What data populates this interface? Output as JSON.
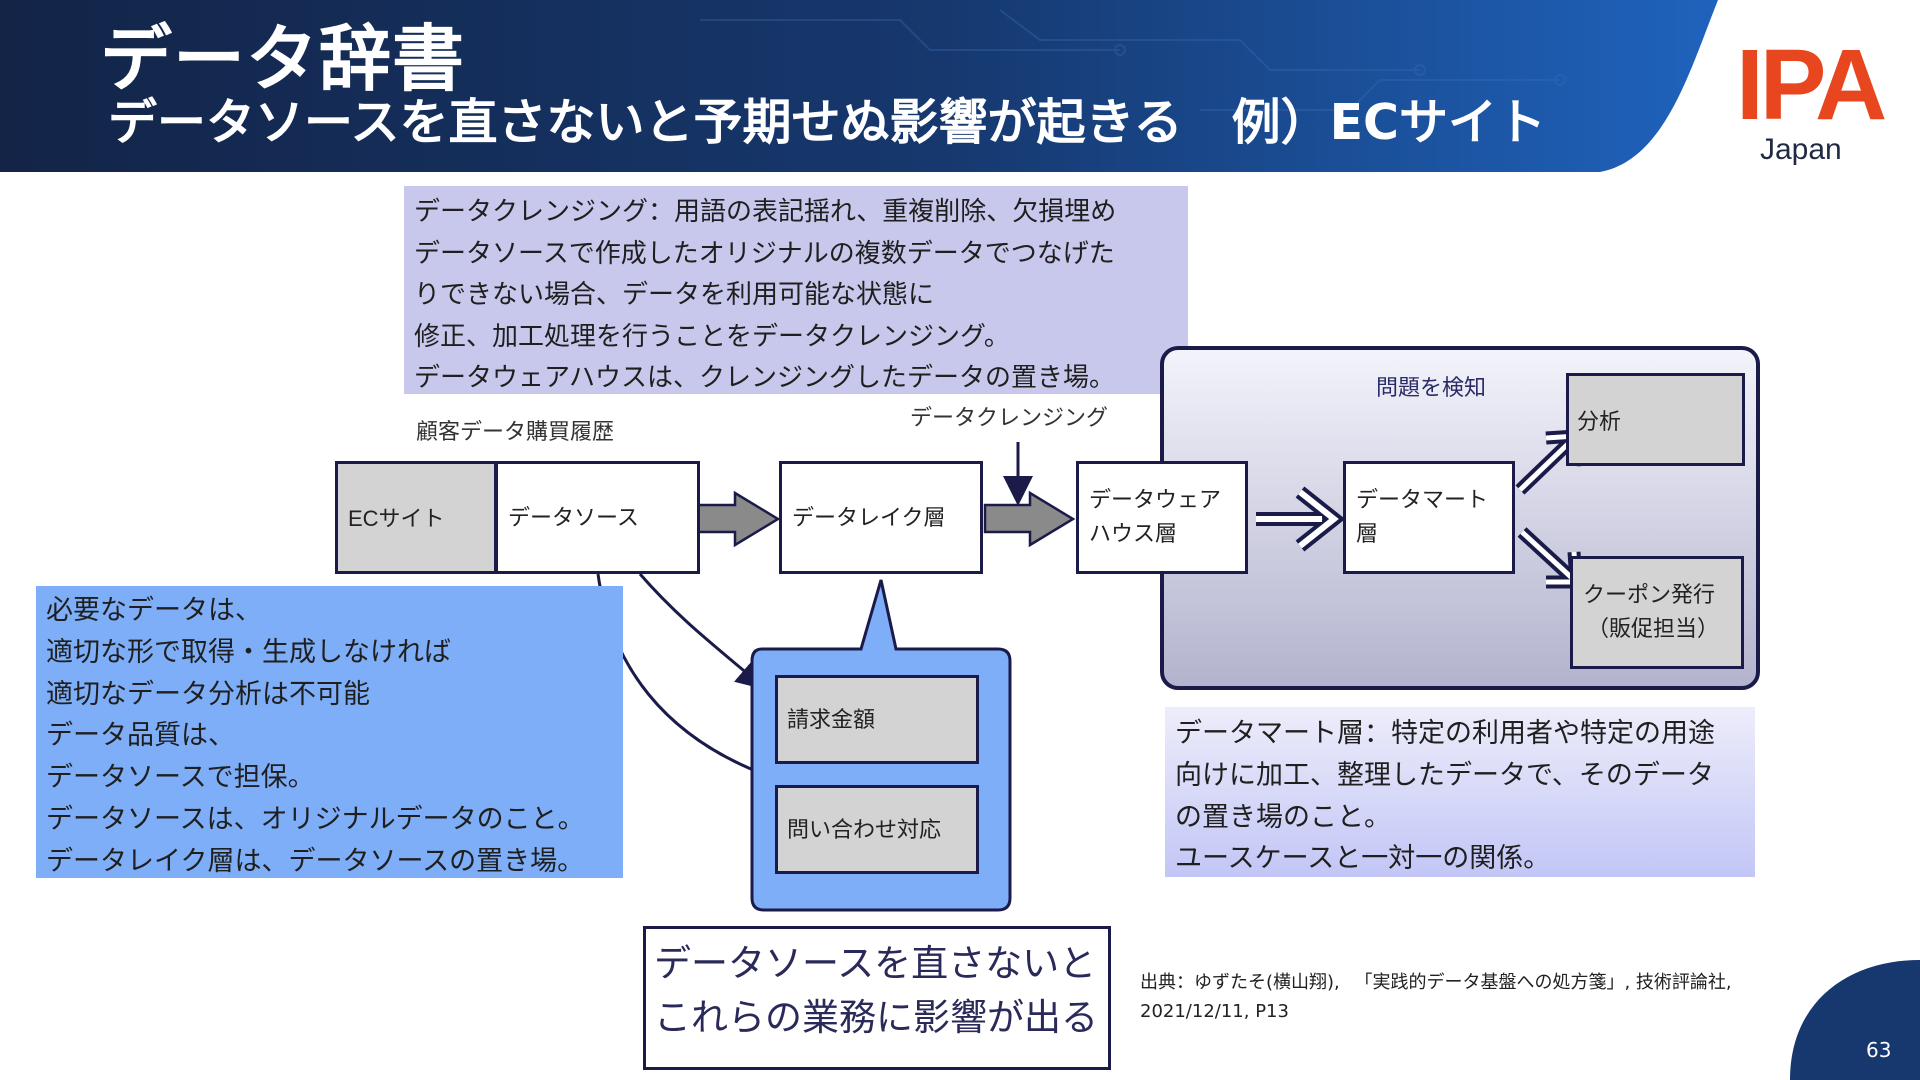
{
  "header": {
    "title": "データ辞書",
    "subtitle": "データソースを直さないと予期せぬ影響が起きる　例）ECサイト",
    "logo_text": "IPA",
    "logo_sub": "Japan"
  },
  "notes": {
    "cleansing": [
      "データクレンジング：用語の表記揺れ、重複削除、欠損埋め",
      "データソースで作成したオリジナルの複数データでつなげた",
      "りできない場合、データを利用可能な状態に",
      "修正、加工処理を行うことをデータクレンジング。",
      "データウェアハウスは、クレンジングしたデータの置き場。"
    ],
    "quality": [
      "必要なデータは、",
      "適切な形で取得・生成しなければ",
      "適切なデータ分析は不可能",
      "データ品質は、",
      "データソースで担保。",
      "データソースは、オリジナルデータのこと。",
      "データレイク層は、データソースの置き場。"
    ],
    "datamart": [
      "データマート層：特定の利用者や特定の用途",
      "向けに加工、整理したデータで、そのデータ",
      "の置き場のこと。",
      "ユースケースと一対一の関係。"
    ]
  },
  "diagram": {
    "customer_label": "顧客データ購買履歴",
    "cleansing_label": "データクレンジング",
    "panel_label": "問題を検知",
    "ec_site": "ECサイト",
    "data_source": "データソース",
    "data_lake": "データレイク層",
    "dwh_line1": "データウェア",
    "dwh_line2": "ハウス層",
    "mart_line1": "データマート",
    "mart_line2": "層",
    "analysis": "分析",
    "coupon_line1": "クーポン発行",
    "coupon_line2": "（販促担当）",
    "billing": "請求金額",
    "inquiry": "問い合わせ対応"
  },
  "callout": {
    "line1": "データソースを直さないと",
    "line2": "これらの業務に影響が出る"
  },
  "source": {
    "line1": "出典：ゆずたそ(横山翔), 　「実践的データ基盤への処方箋」, 技術評論社,",
    "line2": "2021/12/11, P13"
  },
  "page_number": "63",
  "colors": {
    "header_dark": "#142a52",
    "header_blue": "#1f5fb8",
    "logo": "#e8461f",
    "box_border": "#1b1b4a",
    "note_purple": "#c8c8ec",
    "note_blue": "#7eaef7",
    "arrow_gray": "#8a8a8a"
  }
}
